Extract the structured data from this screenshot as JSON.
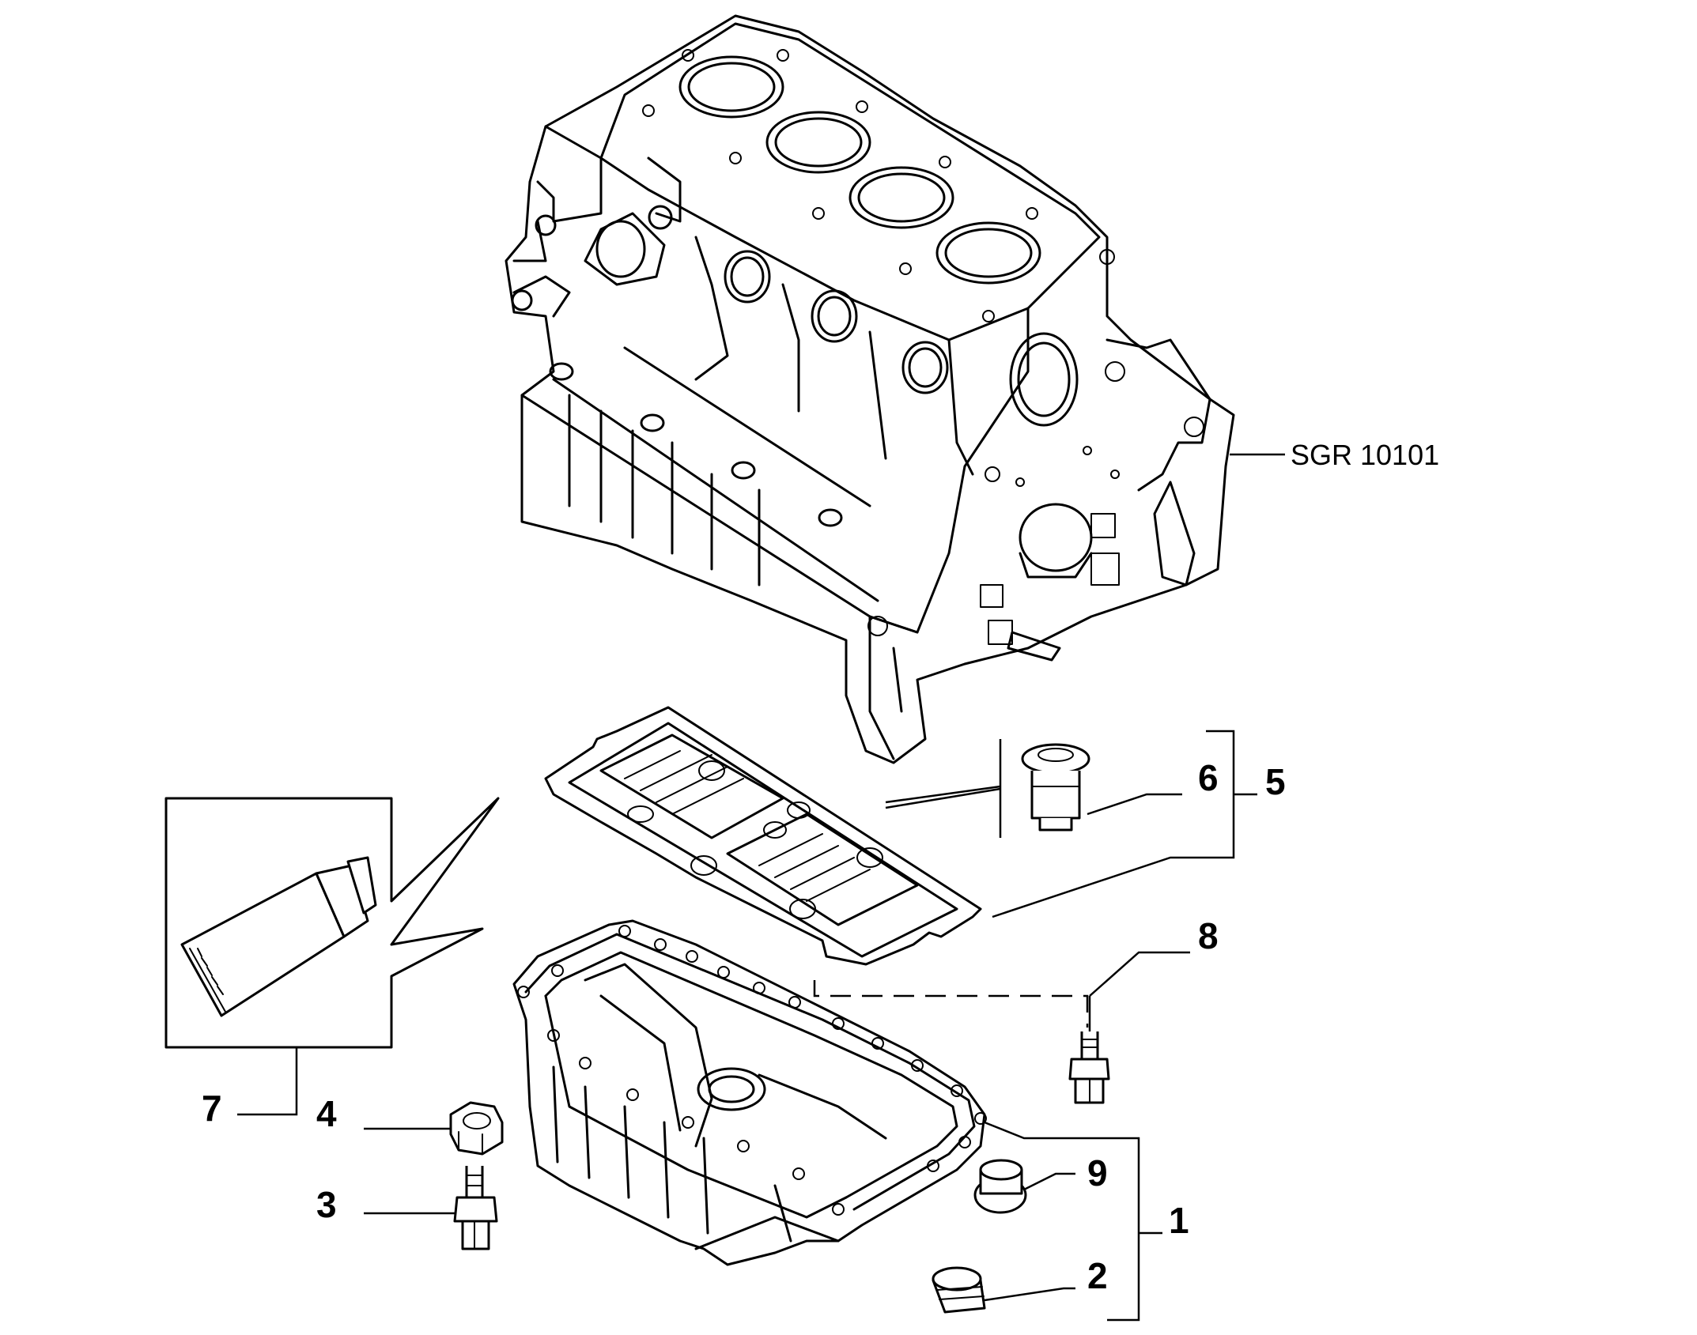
{
  "reference_code": "SGR 10101",
  "callouts": [
    {
      "id": "1",
      "label": "1"
    },
    {
      "id": "2",
      "label": "2"
    },
    {
      "id": "3",
      "label": "3"
    },
    {
      "id": "4",
      "label": "4"
    },
    {
      "id": "5",
      "label": "5"
    },
    {
      "id": "6",
      "label": "6"
    },
    {
      "id": "7",
      "label": "7"
    },
    {
      "id": "8",
      "label": "8"
    },
    {
      "id": "9",
      "label": "9"
    }
  ]
}
